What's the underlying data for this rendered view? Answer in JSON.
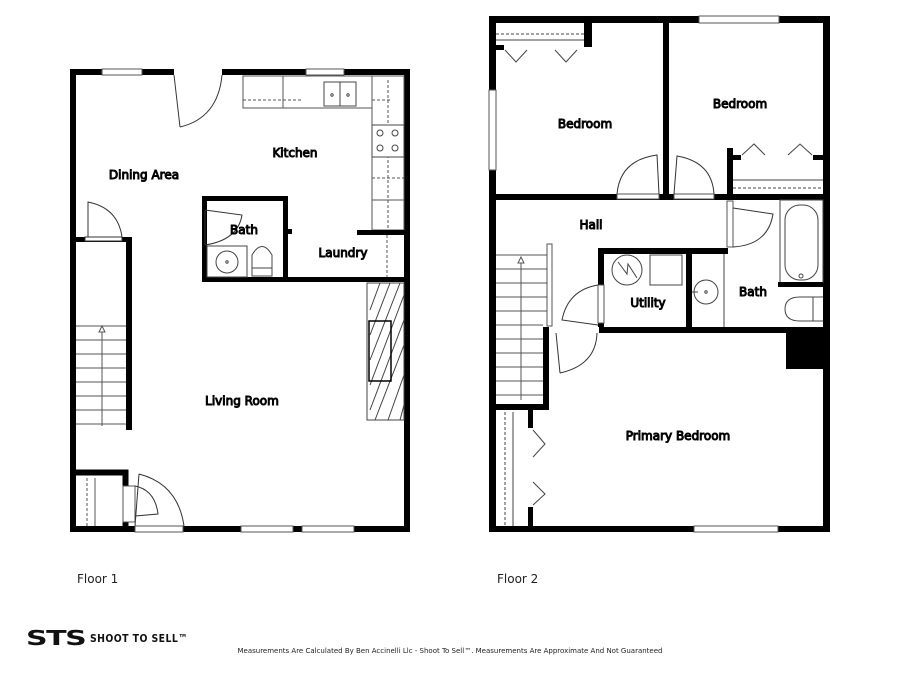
{
  "floors": [
    {
      "label": "Floor 1",
      "rooms": [
        {
          "name": "Dining Area"
        },
        {
          "name": "Kitchen"
        },
        {
          "name": "Bath"
        },
        {
          "name": "Laundry"
        },
        {
          "name": "Living Room"
        }
      ]
    },
    {
      "label": "Floor 2",
      "rooms": [
        {
          "name": "Bedroom"
        },
        {
          "name": "Bedroom"
        },
        {
          "name": "Hall"
        },
        {
          "name": "Utility"
        },
        {
          "name": "Bath"
        },
        {
          "name": "Primary Bedroom"
        }
      ]
    }
  ],
  "branding": {
    "logo_mark": "STS",
    "logo_text": "SHOOT TO SELL™"
  },
  "disclaimer": "Measurements Are Calculated By Ben Accinelli Llc - Shoot To Sell™. Measurements Are Approximate And Not Guaranteed",
  "colors": {
    "wall": "#000000",
    "fixture": "#444444",
    "background": "#ffffff"
  }
}
